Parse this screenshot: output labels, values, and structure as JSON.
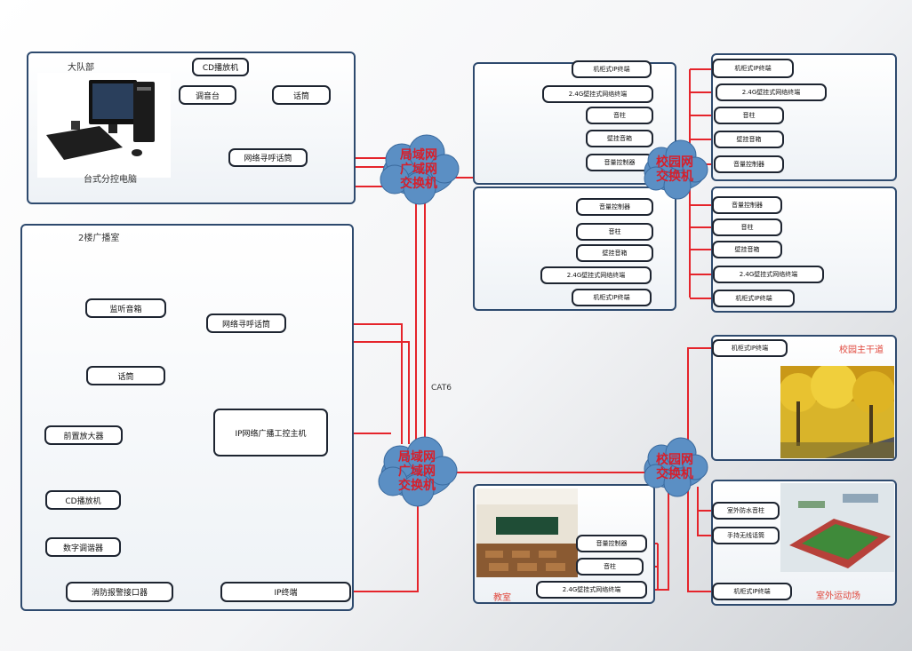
{
  "groups": {
    "dept": "大队部",
    "broadcast_room": "2楼广播室",
    "avenue": "校园主干道",
    "classroom": "教室",
    "field": "室外运动场"
  },
  "devices": {
    "pc_label": "台式分控电脑",
    "dept_cd": "CD播放机",
    "dept_mixer": "调音台",
    "dept_mic": "话筒",
    "dept_pager": "网络寻呼话筒",
    "monitor_speaker": "监听音箱",
    "room_pager": "网络寻呼话筒",
    "room_mic": "话筒",
    "preamp": "前置放大器",
    "room_cd": "CD播放机",
    "tuner": "数字调谐器",
    "ip_host": "IP网络广播工控主机",
    "fire_alarm": "消防报警接口器",
    "ip_terminal": "IP终端",
    "cable": "CAT6"
  },
  "clouds": {
    "top_switch": [
      "局域网",
      "广域网",
      "交换机"
    ],
    "bottom_switch": [
      "局域网",
      "广域网",
      "交换机"
    ],
    "campus_switch_1": [
      "校园网",
      "交换机"
    ],
    "campus_switch_2": [
      "校园网",
      "交换机"
    ]
  },
  "building_left": [
    "机柜式IP终端",
    "2.4G壁挂式网络终端",
    "音柱",
    "壁挂音箱",
    "音量控制器"
  ],
  "building_right": [
    "机柜式IP终端",
    "2.4G壁挂式网络终端",
    "音柱",
    "壁挂音箱",
    "音量控制器"
  ],
  "building_left2": [
    "音量控制器",
    "音柱",
    "壁挂音箱",
    "2.4G壁挂式网络终端",
    "机柜式IP终端"
  ],
  "building_right2": [
    "音量控制器",
    "音柱",
    "壁挂音箱",
    "2.4G壁挂式网络终端",
    "机柜式IP终端"
  ],
  "avenue_device": "机柜式IP终端",
  "classroom_devices": [
    "音量控制器",
    "音柱",
    "2.4G壁挂式网络终端"
  ],
  "field_devices": [
    "室外防水音柱",
    "手持无线话筒",
    "机柜式IP终端"
  ],
  "colors": {
    "wire_red": "#e5242b",
    "wire_green": "#7ac943",
    "panel_border": "#2e4a6e",
    "cloud_fill": "#5b8fc4",
    "cloud_text": "#d81e2a"
  }
}
